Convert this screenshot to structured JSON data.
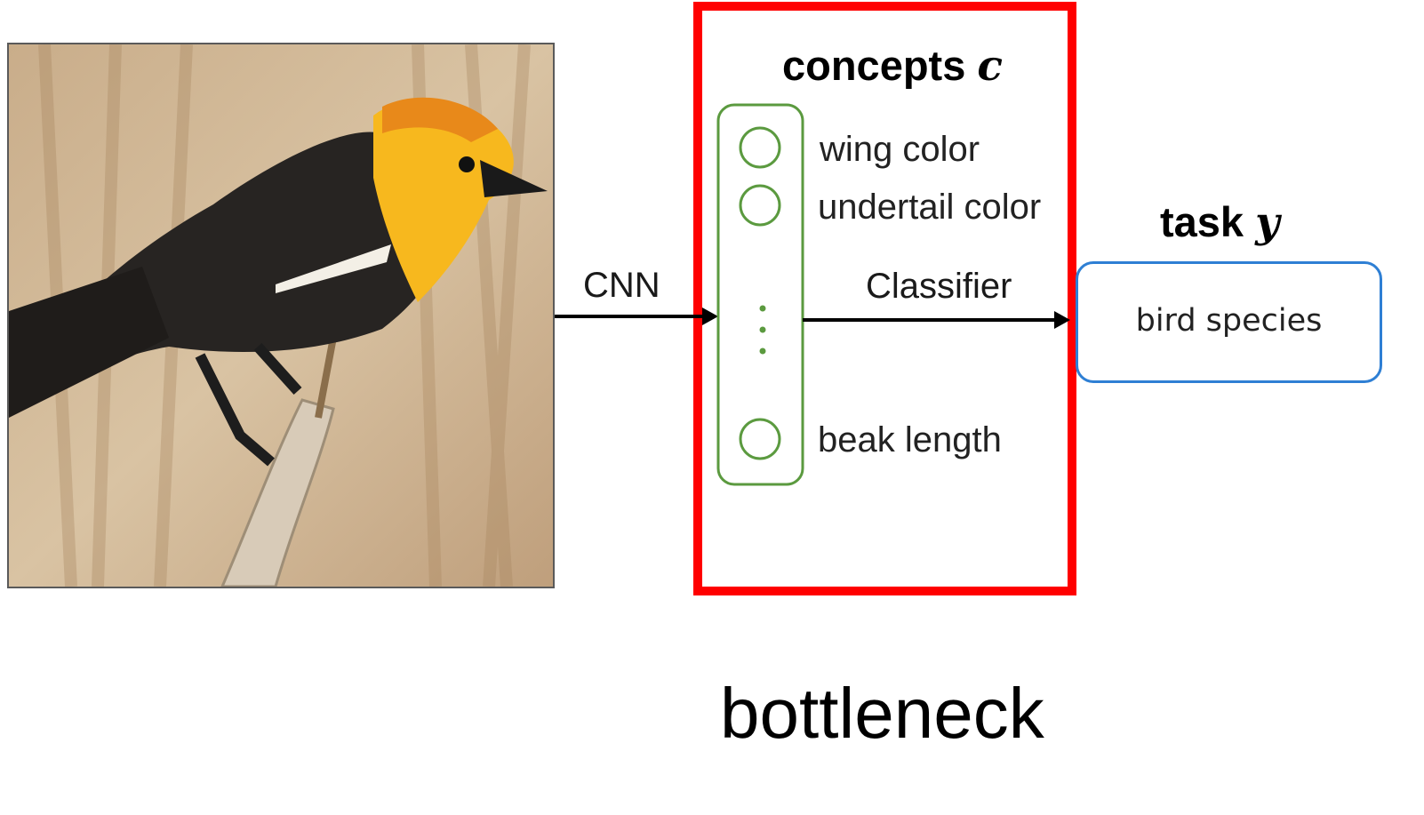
{
  "concepts_heading": {
    "word": "concepts",
    "variable": "c"
  },
  "concepts": [
    {
      "label": "wing color"
    },
    {
      "label": "undertail color"
    },
    {
      "label": "beak length"
    }
  ],
  "edges": {
    "cnn": "CNN",
    "classifier": "Classifier"
  },
  "task_heading": {
    "word": "task",
    "variable": "y"
  },
  "task_output": "bird species",
  "caption": "bottleneck",
  "colors": {
    "bottleneck_border": "#ff0000",
    "concept_group": "#5b9a3f",
    "task_border": "#2e7fd4"
  }
}
